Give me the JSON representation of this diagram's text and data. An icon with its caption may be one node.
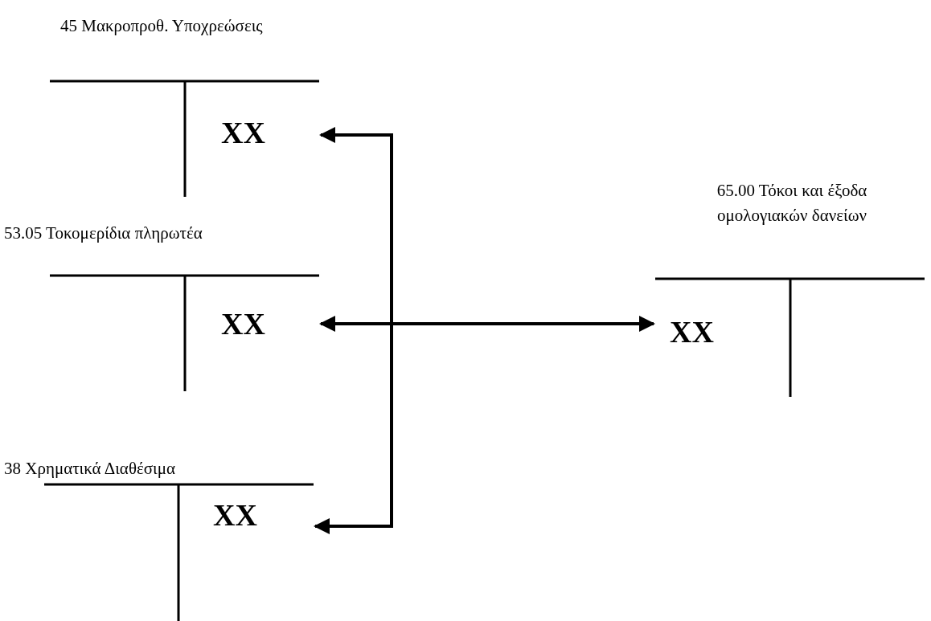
{
  "diagram": {
    "nodes": [
      {
        "text": [
          "45 Μακροπροθ. Υποχρεώσεις",
          "XX"
        ]
      },
      {
        "text": [
          "65.00 Τόκοι και έξοδα ομολογιακών δανείων",
          "XX"
        ]
      },
      {
        "text": [
          "53.05 Τοκομερίδια πληρωτέα",
          "XX"
        ]
      },
      {
        "text": [
          "38 Χρηματικά Διαθέσιμα",
          "XX"
        ]
      }
    ],
    "edges": [
      {
        "from": 0,
        "to": 3,
        "arrow": "both"
      },
      {
        "from": 2,
        "to": 1,
        "arrow": "both"
      }
    ]
  }
}
